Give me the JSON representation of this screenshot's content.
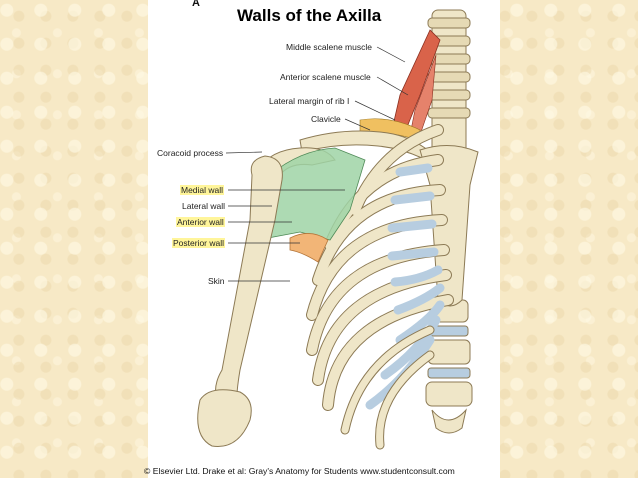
{
  "figure_letter": "A",
  "title": "Walls of the Axilla",
  "labels": {
    "middle_scalene": "Middle scalene muscle",
    "anterior_scalene": "Anterior scalene muscle",
    "lateral_margin_rib1": "Lateral margin of rib I",
    "clavicle": "Clavicle",
    "coracoid_process": "Coracoid process",
    "medial_wall": "Medial wall",
    "lateral_wall": "Lateral wall",
    "anterior_wall": "Anterior wall",
    "posterior_wall": "Posterior wall",
    "skin": "Skin"
  },
  "footer": "© Elsevier Ltd. Drake et al: Gray's Anatomy for Students www.studentconsult.com",
  "colors": {
    "bone": "#efe6c8",
    "bone_outline": "#8c7a55",
    "cartilage": "#b7cde0",
    "axilla_green": "#9fd3a6",
    "axilla_orange": "#f2b577",
    "muscle_red": "#d9634a",
    "highlight": "#fff59a"
  }
}
